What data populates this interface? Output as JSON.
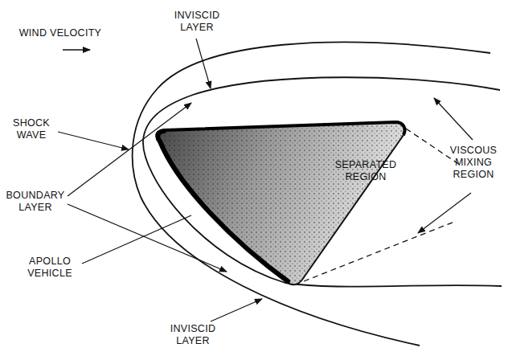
{
  "diagram": {
    "labels": [
      "WIND VELOCITY",
      "INVISCID LAYER",
      "SHOCK WAVE",
      "BOUNDARY LAYER",
      "APOLLO VEHICLE",
      "INVISCID LAYER",
      "SEPARATED REGION",
      "VISCOUS MIXING REGION"
    ]
  }
}
